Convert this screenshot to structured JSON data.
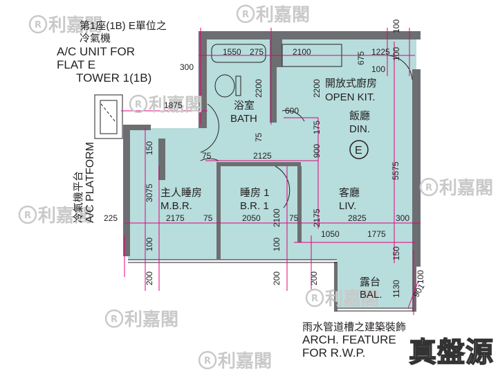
{
  "ac_unit": {
    "line1": "第1座(1B) E單位之",
    "line2": "冷氣機",
    "line3": "A/C UNIT FOR",
    "line4": "FLAT E",
    "line5": "TOWER 1(1B)"
  },
  "ac_platform": {
    "zh": "冷氣機平台",
    "en": "A/C PLATFORM"
  },
  "rooms": {
    "bath": {
      "zh": "浴室",
      "en": "BATH"
    },
    "kitchen": {
      "zh": "開放式廚房",
      "en": "OPEN KIT."
    },
    "dining": {
      "zh": "飯廳",
      "en": "DIN."
    },
    "flat_id": "E",
    "mbr": {
      "zh": "主人睡房",
      "en": "M.B.R."
    },
    "br1": {
      "zh": "睡房 1",
      "en": "B.R. 1"
    },
    "living": {
      "zh": "客廳",
      "en": "LIV."
    },
    "balcony": {
      "zh": "露台",
      "en": "BAL."
    }
  },
  "arch_feature": {
    "zh": "雨水管道槽之建築裝飾",
    "en1": "ARCH. FEATURE",
    "en2": "FOR R.W.P."
  },
  "dimensions": {
    "d1550": "1550",
    "d275": "275",
    "d2100": "2100",
    "d675": "675",
    "d1225": "1225",
    "d100a": "100",
    "d100b": "100",
    "d100c": "100",
    "d300a": "300",
    "d2200a": "2200",
    "d2200b": "2200",
    "d1875": "1875",
    "d600": "600",
    "d75a": "75",
    "d175": "175",
    "d150a": "150",
    "d75b": "75",
    "d2125": "2125",
    "d900": "900",
    "d5575": "5575",
    "d3075": "3075",
    "d2175a": "2175",
    "d75c": "75",
    "d2050": "2050",
    "d2100c": "2100",
    "d75d": "75",
    "d2175b": "2175",
    "d2825": "2825",
    "d300b": "300",
    "d225": "225",
    "d100d": "100",
    "d100e": "100",
    "d1050": "1050",
    "d1775": "1775",
    "d150b": "150",
    "d200a": "200",
    "d200b": "200",
    "d200c": "200",
    "d1130": "1130",
    "d901": "901",
    "d100f": "100"
  },
  "watermark": {
    "text": "利嘉閣",
    "logo": "R"
  },
  "brand": "真盤源",
  "colors": {
    "floor": "#b7dddc",
    "wall": "#6d6e71",
    "dim_line": "#e4007c",
    "text": "#231f20"
  }
}
